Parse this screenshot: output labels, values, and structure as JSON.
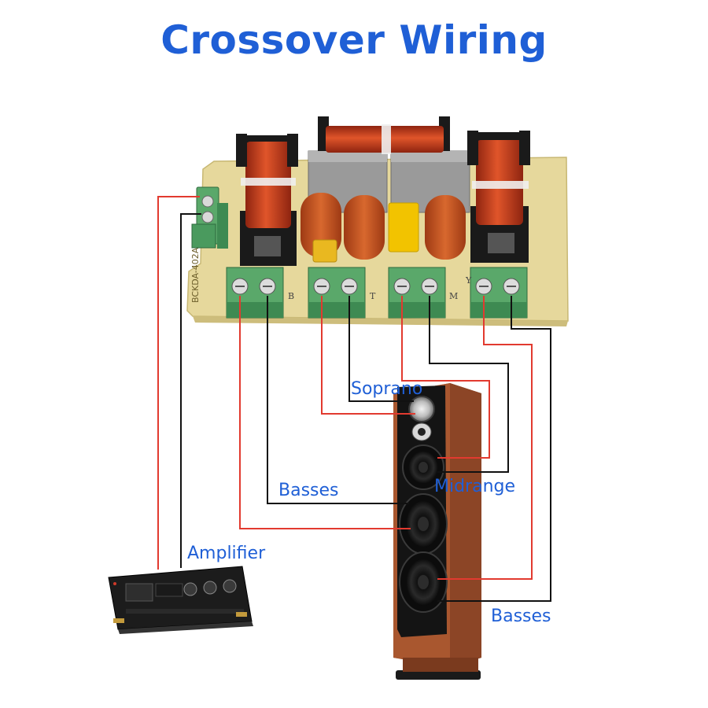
{
  "title": "Crossover Wiring",
  "board": {
    "model_text": "BCKDA-402A",
    "terminal_letters": [
      "B",
      "T",
      "M",
      "Y"
    ]
  },
  "labels": {
    "soprano": "Soprano",
    "midrange": "Midrange",
    "basses_upper": "Basses",
    "basses_lower": "Basses",
    "amplifier": "Amplifier"
  },
  "colors": {
    "title_blue": "#1f5fd6",
    "board_yellow": "#e9dca0",
    "wire_red": "#e23a2f",
    "wire_black": "#111111",
    "speaker_wood": "#9a4a2a",
    "terminal_green": "#4fa56a",
    "inductor_copper": "#d2451f",
    "capacitor_orange": "#c4521f",
    "capacitor_yellow": "#f2c300"
  }
}
